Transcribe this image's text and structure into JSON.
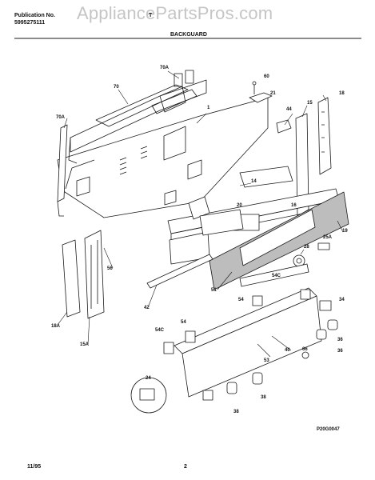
{
  "header": {
    "publication_label": "Publication No.",
    "publication_number": "5995275111",
    "model_fragment": "T",
    "section_title": "BACKGUARD"
  },
  "watermark": "AppliancePartsPros.com",
  "footer": {
    "date": "11/95",
    "page_number": "2",
    "drawing_code": "P20G0047"
  },
  "callouts": {
    "c70A_top": "70A",
    "c70": "70",
    "c70A_left": "70A",
    "c60": "60",
    "c21": "21",
    "c1": "1",
    "c18": "18",
    "c44": "44",
    "c15": "15",
    "c14": "14",
    "c20": "20",
    "c16": "16",
    "c19": "19",
    "c28": "28",
    "c25A": "25A",
    "c56": "56",
    "c42": "42",
    "c51": "51",
    "c54C_right": "54C",
    "c54_right": "54",
    "c34": "34",
    "c18A": "18A",
    "c15A": "15A",
    "c54C_left": "54C",
    "c54_left": "54",
    "c36a": "36",
    "c36b": "36",
    "c66": "66",
    "c40": "40",
    "c53": "53",
    "c24": "24",
    "c38a": "38",
    "c38b": "38"
  },
  "colors": {
    "line": "#1a1a1a",
    "paper": "#ffffff",
    "shade": "#bdbdbd",
    "watermark": "#969696"
  }
}
